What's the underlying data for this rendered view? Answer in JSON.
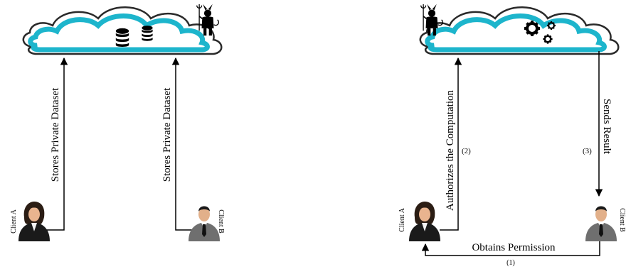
{
  "left_panel": {
    "client_a_label": "Client A",
    "client_b_label": "Client B",
    "arrow_a_label": "Stores Private Dataset",
    "arrow_b_label": "Stores Private Dataset",
    "cloud_icons": [
      "database-icon",
      "database-icon",
      "devil-icon"
    ]
  },
  "right_panel": {
    "client_a_label": "Client A",
    "client_b_label": "Client B",
    "authorize_label": "Authorizes the Computation",
    "authorize_step": "(2)",
    "result_label": "Sends Result",
    "result_step": "(3)",
    "permission_label": "Obtains Permission",
    "permission_step": "(1)",
    "cloud_icons": [
      "devil-icon",
      "gears-icon"
    ]
  },
  "colors": {
    "cloud_stroke": "#1db5cc",
    "cloud_outline": "#2a2a2a",
    "line": "#000000"
  }
}
